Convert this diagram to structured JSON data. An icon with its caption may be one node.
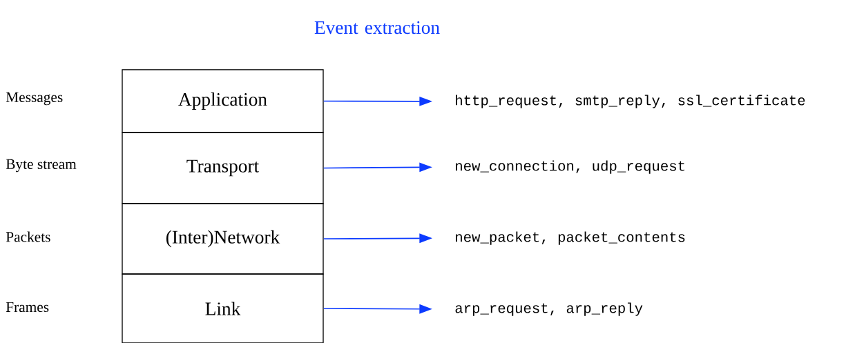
{
  "diagram": {
    "nodes": [
      {
        "text": [
          "Application"
        ]
      },
      {
        "text": [
          "Transport"
        ]
      },
      {
        "text": [
          "(Inter)Network"
        ]
      },
      {
        "text": [
          "Link"
        ]
      },
      {
        "text": [
          "http_request, smtp_reply, ssl_certificate"
        ]
      },
      {
        "text": [
          "new_connection, udp_request"
        ]
      },
      {
        "text": [
          "new_packet, packet_contents"
        ]
      },
      {
        "text": [
          "arp_request, arp_reply"
        ]
      }
    ],
    "edges": [
      {
        "from": 0,
        "to": 4,
        "arrow": "to"
      },
      {
        "from": 1,
        "to": 5,
        "arrow": "to"
      },
      {
        "from": 2,
        "to": 6,
        "arrow": "to"
      },
      {
        "from": 3,
        "to": 7,
        "arrow": "to"
      }
    ],
    "labels": [
      "Event extraction",
      "Messages",
      "Byte stream",
      "Packets",
      "Frames"
    ]
  }
}
